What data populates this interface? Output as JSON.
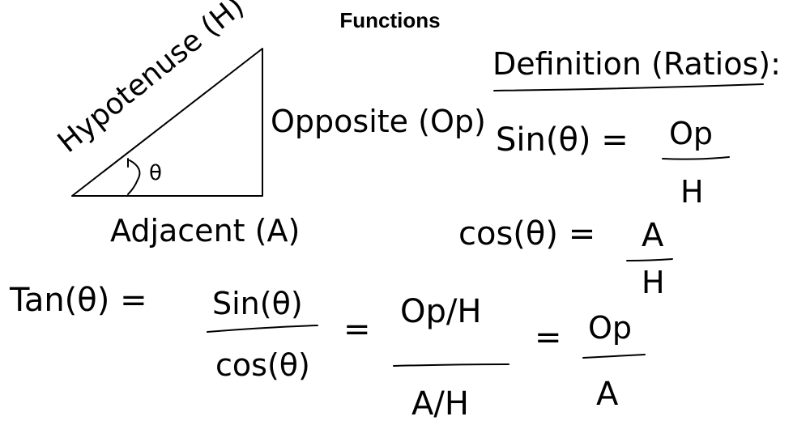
{
  "title": "Functions",
  "ink_color": "#000000",
  "background_color": "#ffffff",
  "triangle": {
    "hypotenuse_label": "Hypotenuse (H)",
    "opposite_label": "Opposite (Op)",
    "adjacent_label": "Adjacent (A)",
    "angle_label": "θ"
  },
  "definitions": {
    "heading": "Definition (Ratios):",
    "sin": {
      "lhs": "Sin(θ) =",
      "numerator": "Op",
      "denominator": "H"
    },
    "cos": {
      "lhs": "cos(θ) =",
      "numerator": "A",
      "denominator": "H"
    }
  },
  "tangent": {
    "lhs": "Tan(θ) =",
    "step1": {
      "numerator": "Sin(θ)",
      "denominator": "cos(θ)"
    },
    "eq1": "=",
    "step2": {
      "numerator": "Op/H",
      "denominator": "A/H"
    },
    "eq2": "=",
    "step3": {
      "numerator": "Op",
      "denominator": "A"
    }
  }
}
